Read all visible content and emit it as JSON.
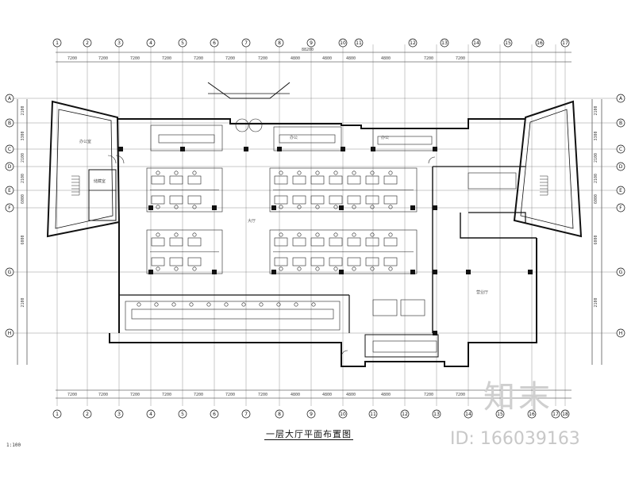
{
  "drawing": {
    "title": "一层大厅平面布置图",
    "corner_note": "1:100",
    "watermark_brand": "知末",
    "watermark_id": "ID: 166039163"
  },
  "top_axes": [
    "1",
    "2",
    "3",
    "4",
    "5",
    "6",
    "7",
    "8",
    "9",
    "10",
    "11",
    "12",
    "13",
    "14",
    "15",
    "16",
    "17"
  ],
  "bottom_axes": [
    "1",
    "2",
    "3",
    "4",
    "5",
    "6",
    "7",
    "8",
    "9",
    "10",
    "11",
    "12",
    "13",
    "14",
    "15",
    "16",
    "17",
    "18"
  ],
  "left_axes": [
    "A",
    "B",
    "C",
    "D",
    "E",
    "F",
    "G",
    "H"
  ],
  "right_axes": [
    "A",
    "B",
    "C",
    "D",
    "E",
    "F",
    "G",
    "H"
  ],
  "top_dims": [
    "7200",
    "7200",
    "7200",
    "7200",
    "7200",
    "7200",
    "7200",
    "4800",
    "4800",
    "4800",
    "4800",
    "7200",
    "7200"
  ],
  "overall_dim": "88200",
  "bottom_dims": [
    "7200",
    "7200",
    "7200",
    "7200",
    "7200",
    "7200",
    "7200",
    "4800",
    "4800",
    "4800",
    "4800",
    "7200",
    "7200"
  ],
  "side_dims": [
    "2100",
    "3300",
    "2100",
    "2100",
    "6000",
    "6000",
    "2100"
  ],
  "rooms": {
    "left_room": "办公室",
    "left_small": "储藏室",
    "hall": "大厅",
    "right_hall": "营业厅",
    "office_a": "办公",
    "office_b": "办公"
  }
}
